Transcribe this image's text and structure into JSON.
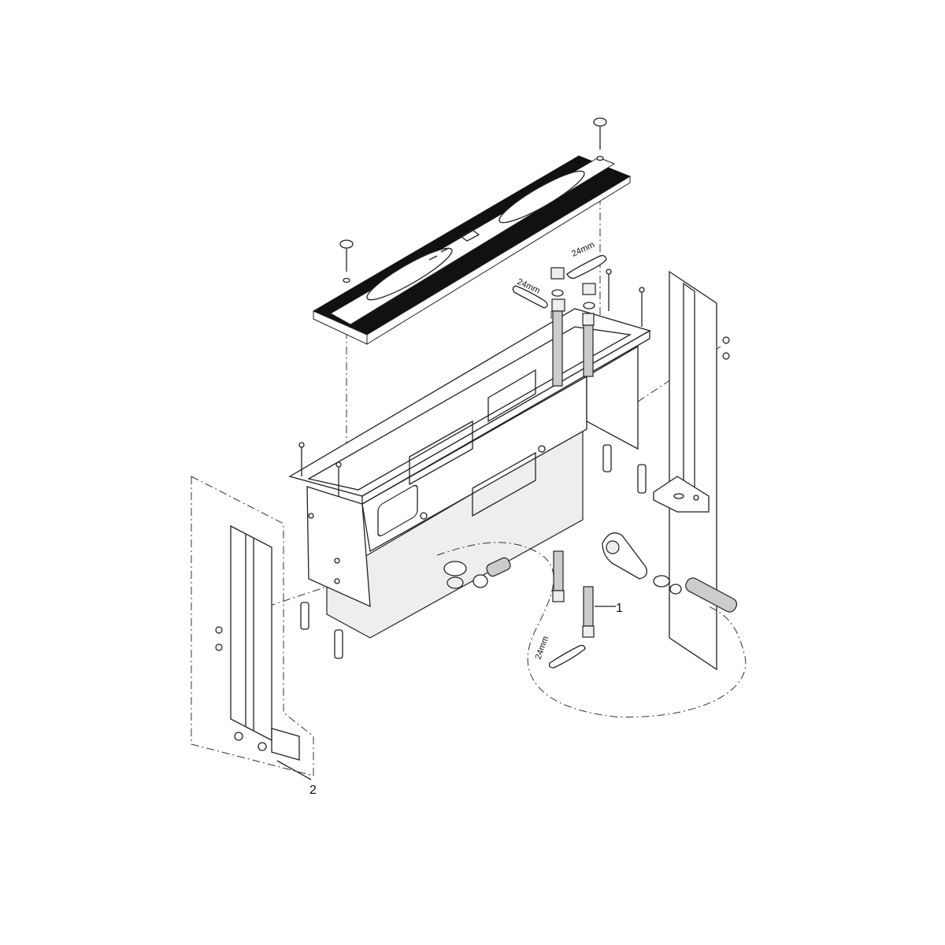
{
  "diagram": {
    "callouts": {
      "part1": "1",
      "part2": "2"
    },
    "wrench_labels": [
      "24mm",
      "24mm",
      "24mm"
    ]
  }
}
